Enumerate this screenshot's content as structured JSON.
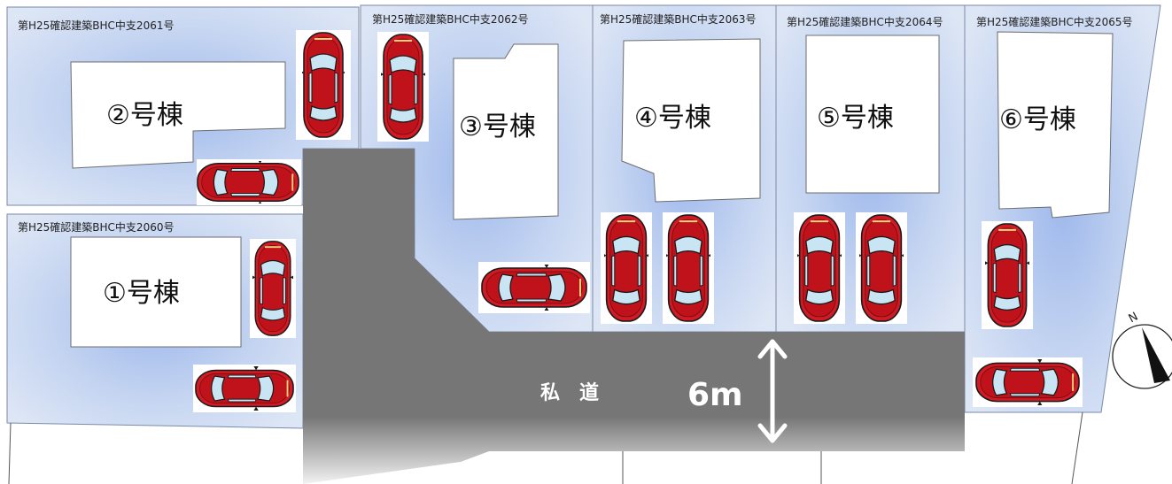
{
  "lots": [
    {
      "id": "lot-1",
      "label": "第H25確認建築BHC中支2060号",
      "building": "①号棟"
    },
    {
      "id": "lot-2",
      "label": "第H25確認建築BHC中支2061号",
      "building": "②号棟"
    },
    {
      "id": "lot-3",
      "label": "第H25確認建築BHC中支2062号",
      "building": "③号棟"
    },
    {
      "id": "lot-4",
      "label": "第H25確認建築BHC中支2063号",
      "building": "④号棟"
    },
    {
      "id": "lot-5",
      "label": "第H25確認建築BHC中支2064号",
      "building": "⑤号棟"
    },
    {
      "id": "lot-6",
      "label": "第H25確認建築BHC中支2065号",
      "building": "⑥号棟"
    }
  ],
  "road": {
    "name": "私　道",
    "width": "6m"
  },
  "compass": {
    "north": "N"
  },
  "colors": {
    "lot_fill": "#c7d6f2",
    "lot_glow": "#a9c1ee",
    "road": "#767676",
    "car": "#d11a24",
    "car_glass": "#c9e4f2"
  }
}
